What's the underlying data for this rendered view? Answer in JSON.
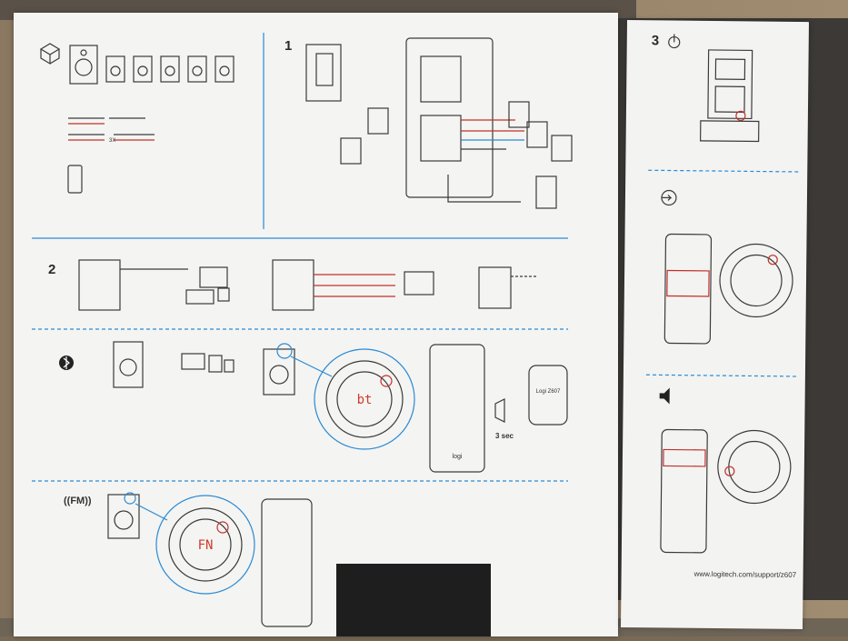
{
  "steps": {
    "one": "1",
    "two": "2",
    "three": "3"
  },
  "section2": {
    "bt_label": "3 sec",
    "bt_display": "bt",
    "fm_display": "FN",
    "bt_phone_text": "Logi Z607",
    "fm_badge": "((FM))"
  },
  "remote": {
    "brand": "logi"
  },
  "cable": {
    "count_label": "3X"
  },
  "footer": {
    "url": "www.logitech.com/support/z607"
  },
  "colors": {
    "accent_blue": "#2a8ad4",
    "accent_red": "#c0302a",
    "panel": "#f4f4f2"
  },
  "icons": [
    "box-icon",
    "bluetooth-icon",
    "power-icon",
    "input-icon",
    "volume-icon",
    "fm-icon",
    "speaker-icon",
    "laptop-icon",
    "tv-icon",
    "remote-icon"
  ]
}
